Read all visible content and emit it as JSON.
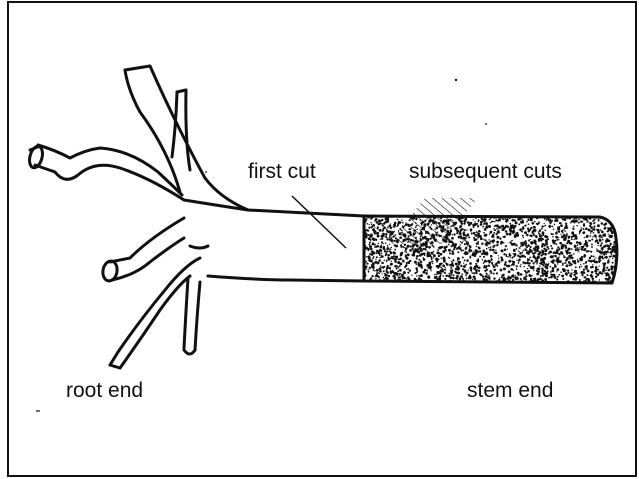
{
  "labels": {
    "first_cut": "first cut",
    "subsequent_cuts": "subsequent cuts",
    "root_end": "root end",
    "stem_end": "stem end"
  },
  "colors": {
    "ink": "#111111",
    "background": "#ffffff"
  }
}
